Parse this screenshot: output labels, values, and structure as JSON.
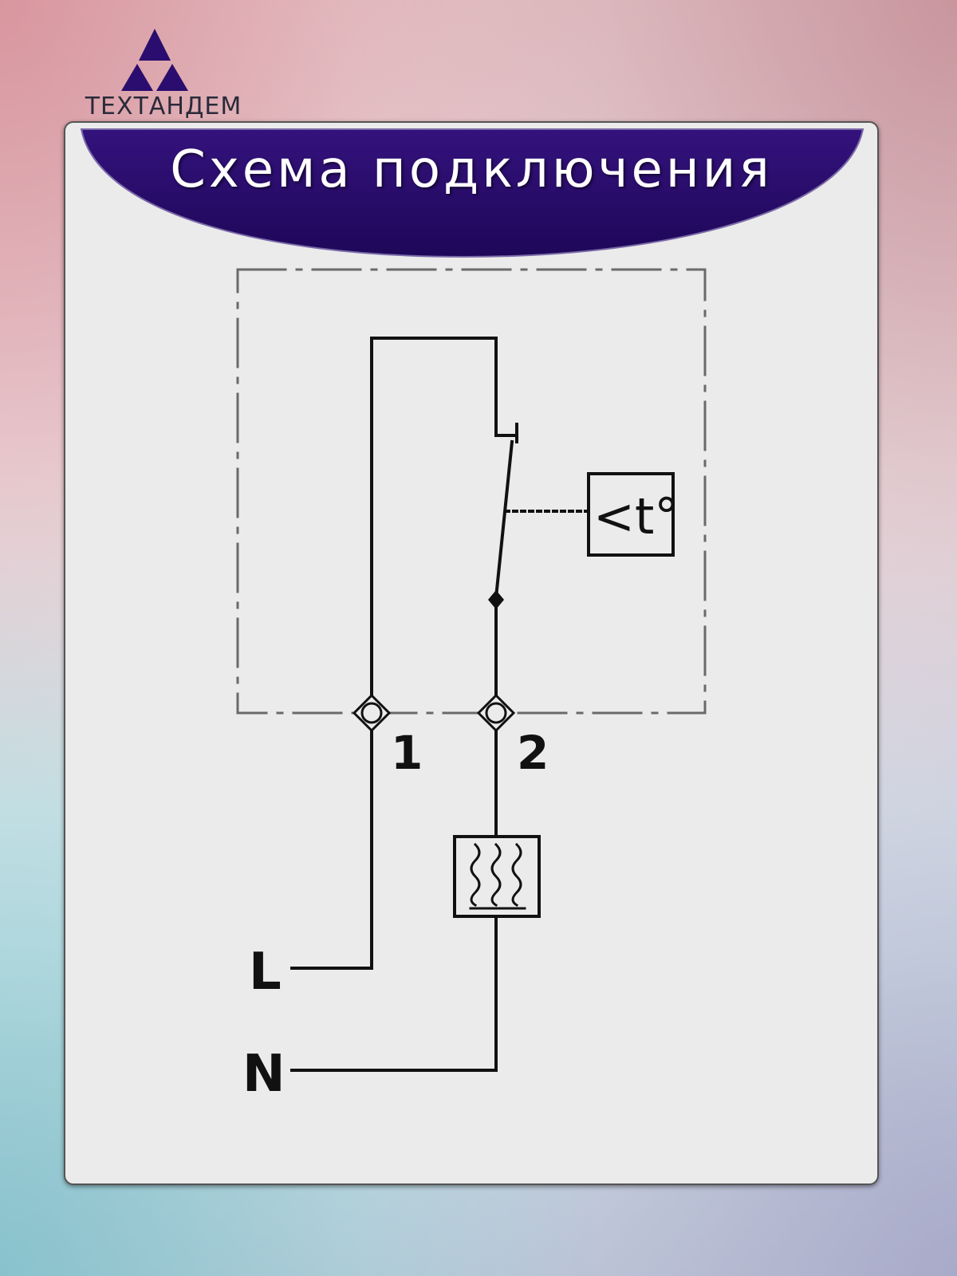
{
  "brand": {
    "name": "ТЕХТАНДЕМ",
    "icon": "triangle-logo-icon",
    "color": "#2a0d6e"
  },
  "header": {
    "title": "Схема подключения",
    "background_color": "#250a68",
    "text_color": "#ffffff"
  },
  "diagram": {
    "terminal_1": "1",
    "terminal_2": "2",
    "line_label": "L",
    "neutral_label": "N",
    "sensor_label": "<t°",
    "heater_icon": "heating-element-icon",
    "line_color": "#111111"
  }
}
